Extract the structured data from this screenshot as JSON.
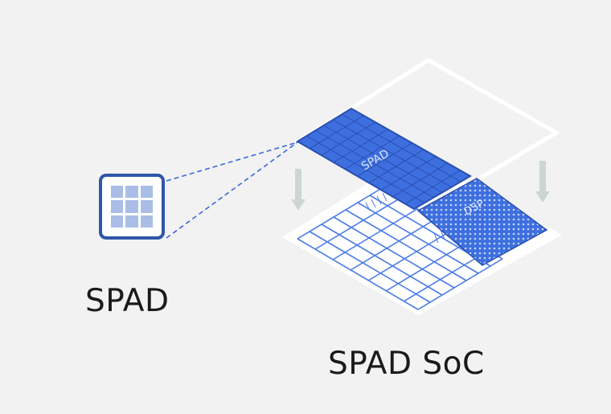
{
  "diagram": {
    "spad_label": "SPAD",
    "soc_label": "SPAD SoC",
    "chip_label": "SPAD",
    "dsp_label": "DSP"
  },
  "colors": {
    "background": "#f2f2f2",
    "spad_array": "#3d6fdf",
    "spad_grid_line": "#2a4fb0",
    "dashed_connector": "#3a6ad9",
    "icon_border": "#2f56a8",
    "icon_cell": "#a9bde6",
    "logic_line": "#4a7be6",
    "arrow": "#cdd6d2"
  },
  "icons": [
    "spad-pixel-icon",
    "down-arrow-icon"
  ]
}
